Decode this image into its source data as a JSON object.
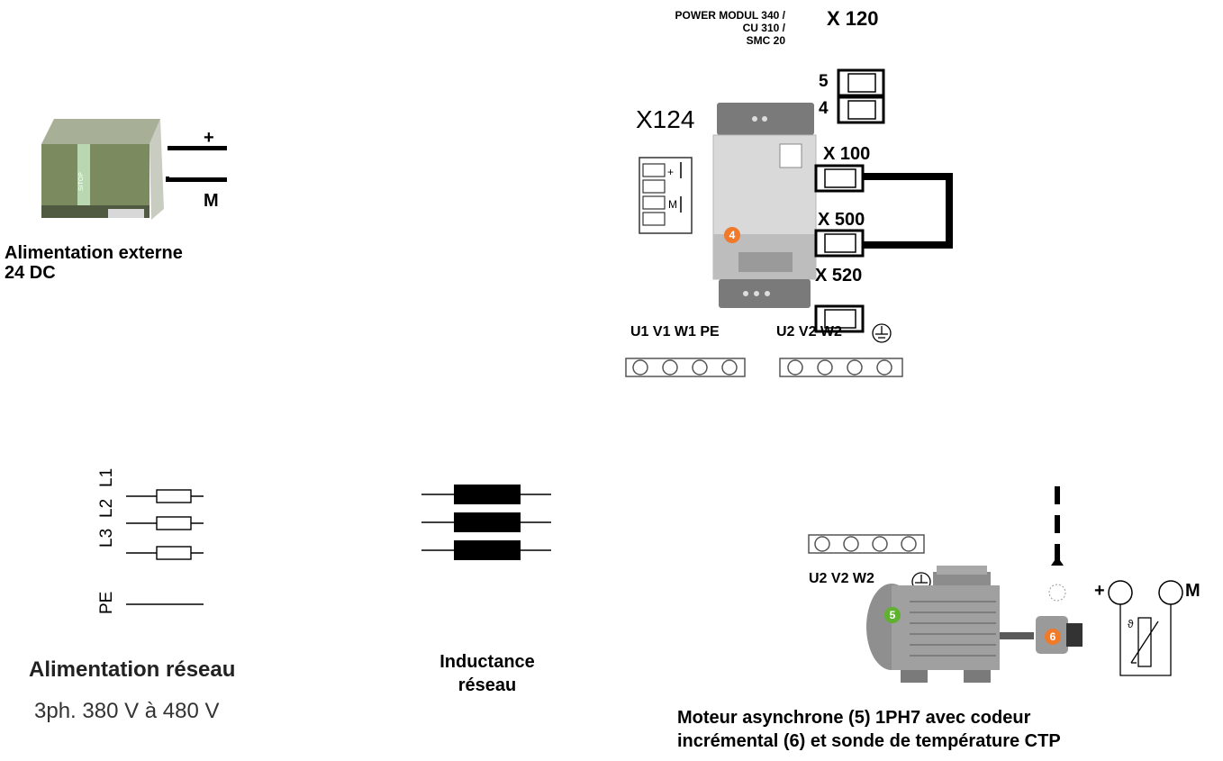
{
  "supply24": {
    "plus": "+",
    "minus": "M",
    "caption_line1": "Alimentation externe",
    "caption_line2": "24 DC",
    "device_text": "SITOP"
  },
  "power_module": {
    "title_line1": "POWER MODUL 340 /",
    "title_line2": "CU 310 /",
    "title_line3": "SMC 20",
    "x120": "X 120",
    "pin5": "5",
    "pin4": "4",
    "x124": "X124",
    "x124_plus": "+",
    "x124_m": "M",
    "x100": "X 100",
    "x500": "X 500",
    "x520": "X 520",
    "badge": "4",
    "input_terminals": "U1 V1 W1 PE",
    "output_terminals": "U2 V2 W2"
  },
  "mains": {
    "lines": [
      "L1",
      "L2",
      "L3",
      "PE"
    ],
    "title": "Alimentation réseau",
    "subtitle": "3ph. 380 V à 480 V"
  },
  "inductance": {
    "caption_line1": "Inductance",
    "caption_line2": "réseau"
  },
  "motor": {
    "terminals": "U2 V2 W2",
    "motor_badge": "5",
    "encoder_badge": "6",
    "ctp_plus": "+",
    "ctp_m": "M",
    "ctp_symbol": "ϑ",
    "caption_line1": "Moteur asynchrone (5) 1PH7 avec codeur",
    "caption_line2": "incrémental (6) et sonde de température CTP"
  },
  "colors": {
    "badge_orange": "#f07a2a",
    "badge_green": "#5fb130",
    "module_gray": "#d9d9d9",
    "motor_gray": "#9b9b9b",
    "supply_green": "#7c8a60"
  }
}
